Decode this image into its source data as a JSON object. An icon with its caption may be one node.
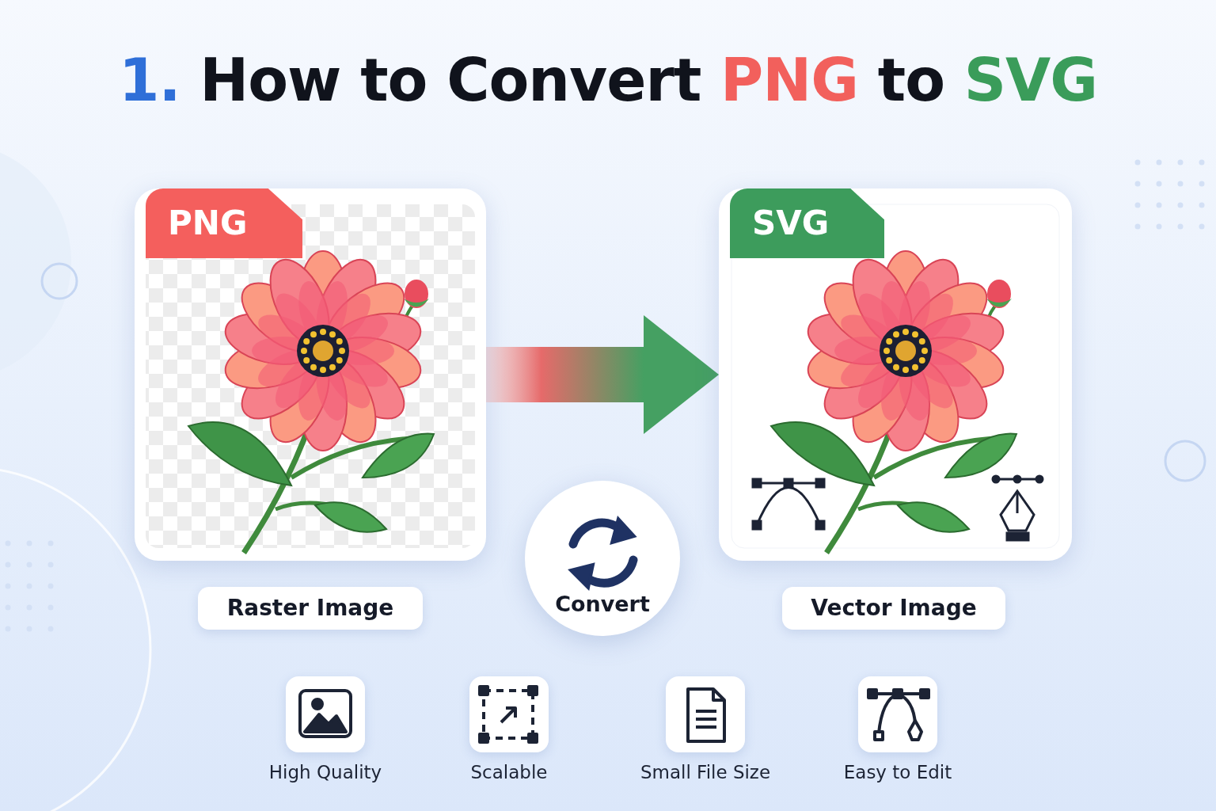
{
  "diagram": {
    "title": "1. How to Convert PNG to SVG",
    "nodes": [
      {
        "text": [
          "PNG"
        ],
        "beside": [
          "Raster Image"
        ]
      },
      {
        "text": [
          "SVG"
        ],
        "beside": [
          "Vector Image"
        ]
      },
      {
        "text": [
          "Convert"
        ]
      }
    ],
    "edges": [
      {
        "from": 0,
        "to": 1,
        "arrow": "to",
        "style": "thick"
      }
    ],
    "labels": [
      "High Quality",
      "Scalable",
      "Small File Size",
      "Easy to Edit"
    ]
  }
}
